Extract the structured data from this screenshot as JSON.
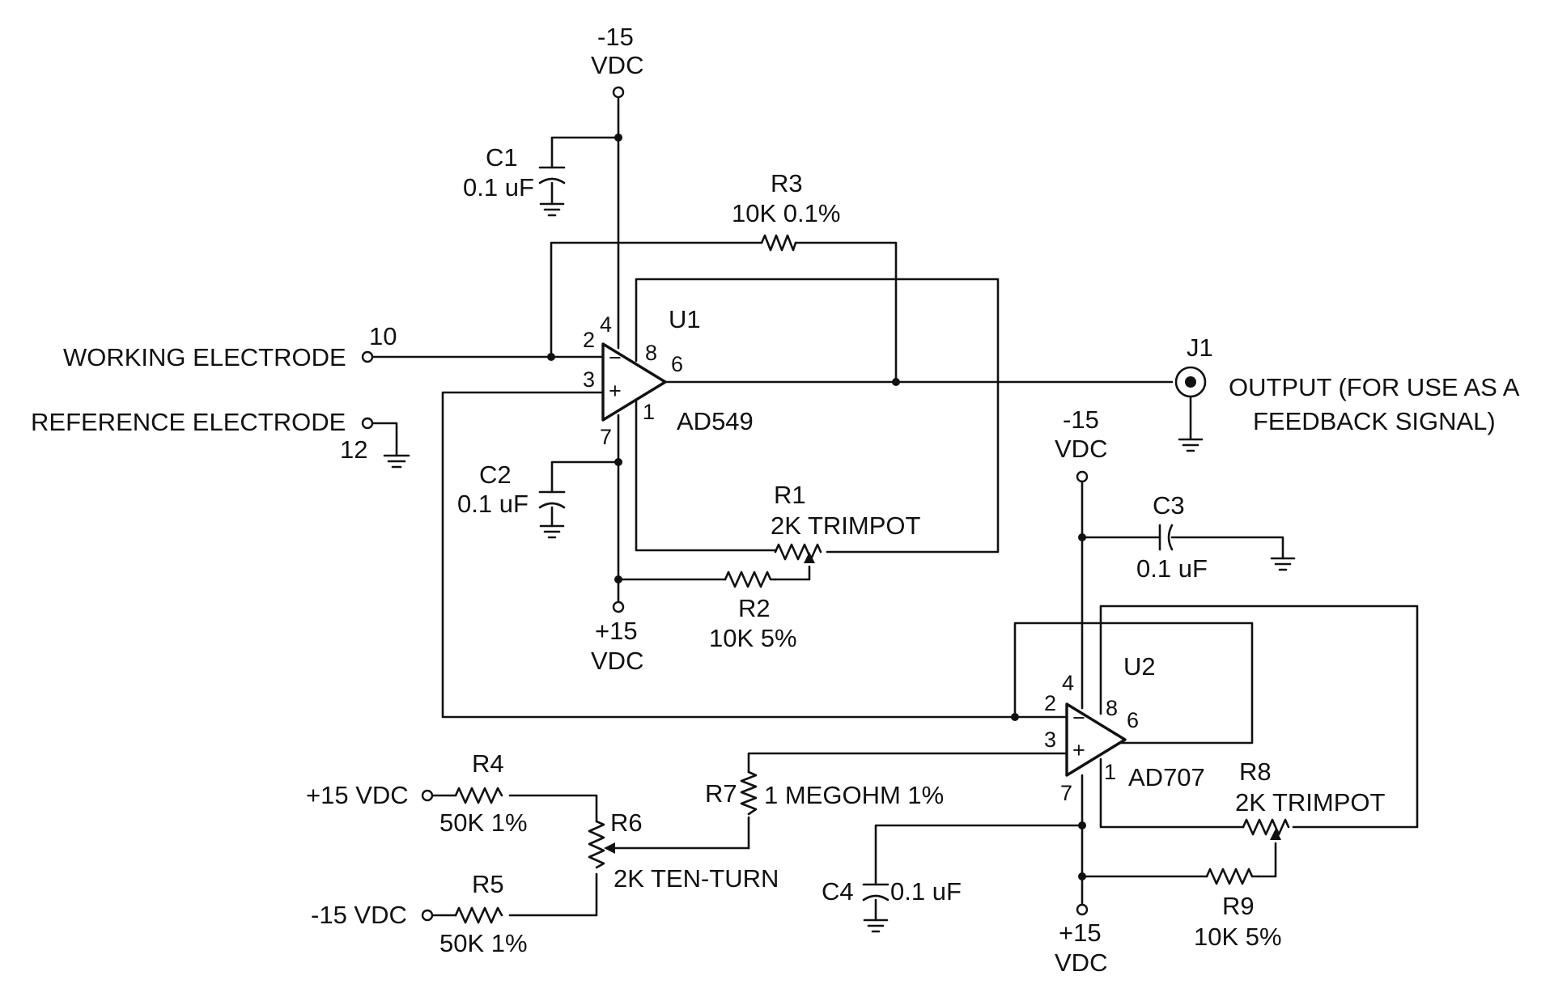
{
  "colors": {
    "ink": "#111111",
    "paper": "#ffffff"
  },
  "labels": {
    "neg15_top": "-15",
    "vdc": "VDC",
    "c1": "C1",
    "c1_val": "0.1 uF",
    "r3": "R3",
    "r3_val": "10K 0.1%",
    "u1": "U1",
    "u1_part": "AD549",
    "pin_10": "10",
    "pin_12": "12",
    "working_electrode": "WORKING ELECTRODE",
    "reference_electrode": "REFERENCE ELECTRODE",
    "c2": "C2",
    "c2_val": "0.1 uF",
    "r1": "R1",
    "r1_val": "2K TRIMPOT",
    "r2": "R2",
    "r2_val": "10K 5%",
    "pos15": "+15",
    "j1": "J1",
    "output_line1": "OUTPUT (FOR USE AS A",
    "output_line2": "FEEDBACK SIGNAL)",
    "neg15": "-15",
    "c3": "C3",
    "c3_val": "0.1 uF",
    "u2": "U2",
    "u2_part": "AD707",
    "r8": "R8",
    "r8_val": "2K TRIMPOT",
    "r4": "R4",
    "r4_val": "50K 1%",
    "r5": "R5",
    "r5_val": "50K 1%",
    "r6": "R6",
    "r6_val": "2K TEN-TURN",
    "r7": "R7",
    "r7_val": "1 MEGOHM 1%",
    "pos15_vdc": "+15 VDC",
    "neg15_vdc": "-15 VDC",
    "c4": "C4",
    "c4_val": "0.1 uF",
    "r9": "R9",
    "r9_val": "10K 5%",
    "minus": "−",
    "plus": "+"
  },
  "pins": {
    "u1": {
      "p2": "2",
      "p3": "3",
      "p4": "4",
      "p8": "8",
      "p6": "6",
      "p1": "1",
      "p7": "7"
    },
    "u2": {
      "p2": "2",
      "p3": "3",
      "p4": "4",
      "p8": "8",
      "p6": "6",
      "p1": "1",
      "p7": "7"
    }
  }
}
